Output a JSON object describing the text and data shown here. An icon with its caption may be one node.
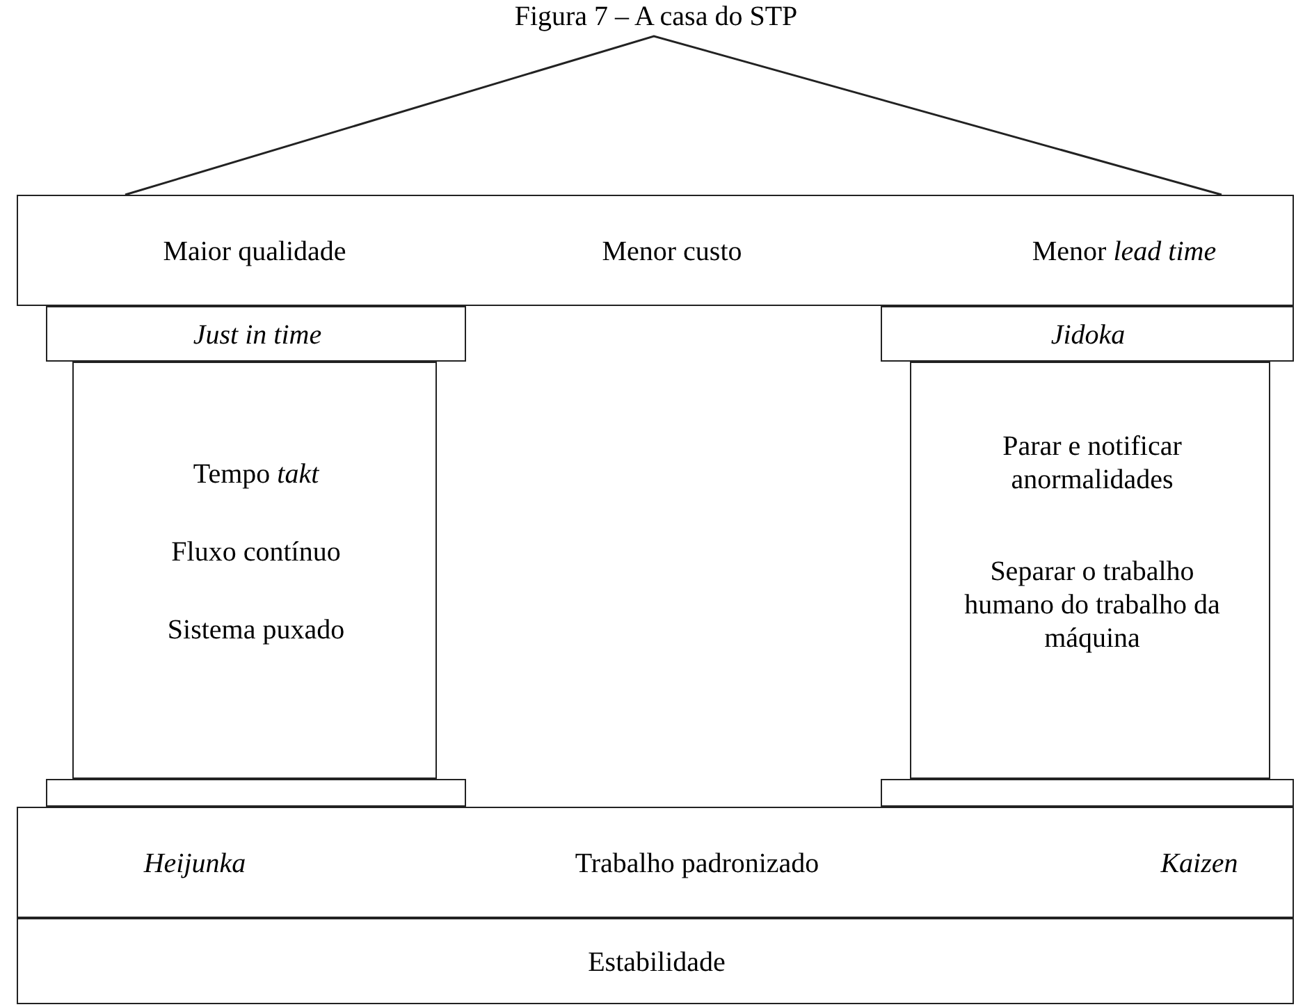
{
  "diagram": {
    "title": "Figura 7 – A casa do STP",
    "nodes": [
      {
        "text": [
          "Maior qualidade",
          "Menor custo",
          "Menor *lead time*"
        ]
      },
      {
        "text": [
          "Just in time"
        ]
      },
      {
        "text": [
          "Tempo *takt*",
          "Fluxo contínuo",
          "Sistema puxado"
        ]
      },
      {
        "text": [],
        "shape": "box"
      },
      {
        "text": [
          "Jidoka"
        ]
      },
      {
        "text": [
          "Parar e notificar anormalidades",
          "Separar o trabalho humano do trabalho da máquina"
        ]
      },
      {
        "text": [],
        "shape": "box"
      },
      {
        "text": [
          "Heijunka",
          "Trabalho padronizado",
          "Kaizen"
        ]
      },
      {
        "text": [
          "Estabilidade"
        ]
      }
    ],
    "edges": []
  }
}
